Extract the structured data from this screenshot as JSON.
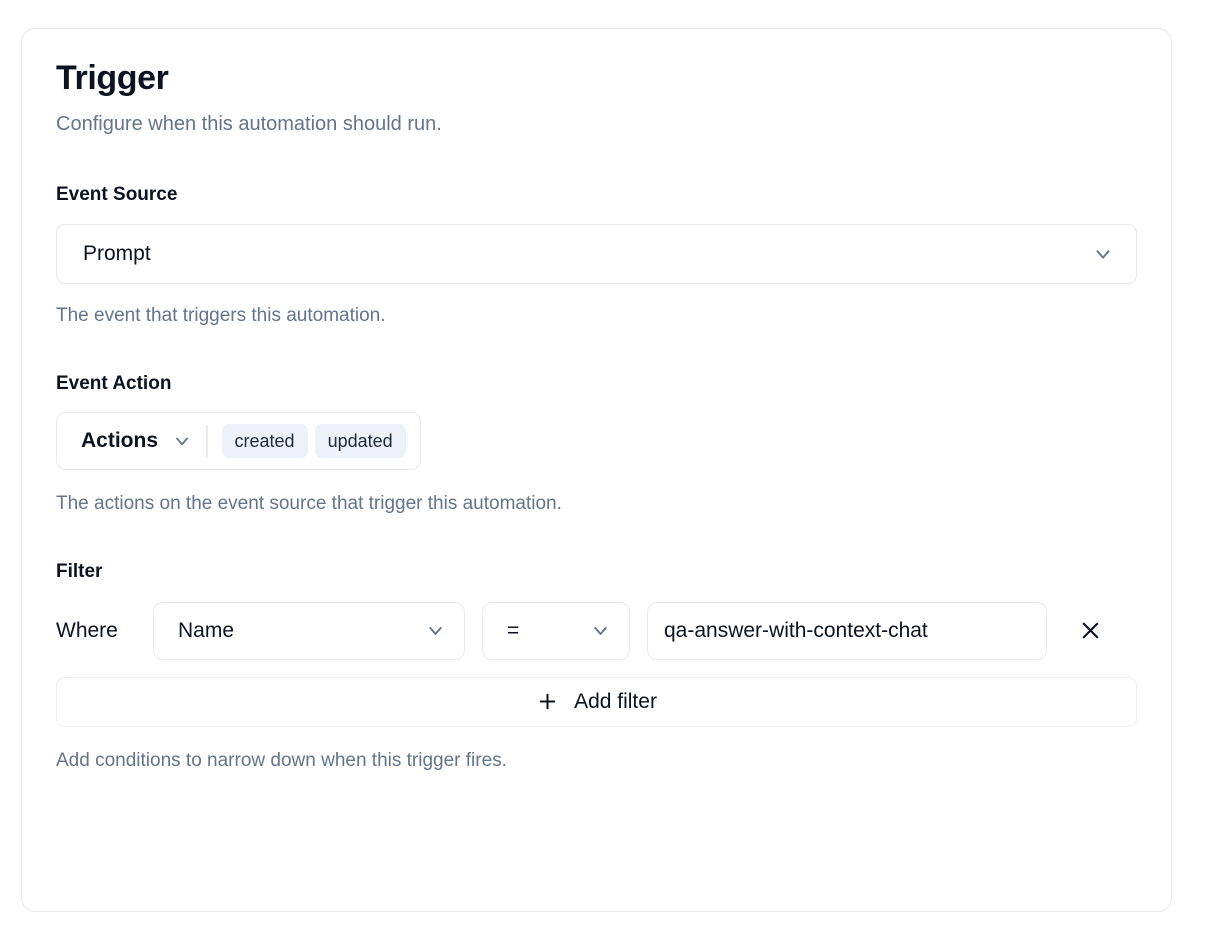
{
  "card": {
    "title": "Trigger",
    "subtitle": "Configure when this automation should run."
  },
  "event_source": {
    "label": "Event Source",
    "selected": "Prompt",
    "help": "The event that triggers this automation.",
    "chevron_icon": "chevron-down-icon"
  },
  "event_action": {
    "label": "Event Action",
    "trigger_label": "Actions",
    "chips": [
      "created",
      "updated"
    ],
    "help": "The actions on the event source that trigger this automation.",
    "chevron_icon": "chevron-down-icon"
  },
  "filter": {
    "label": "Filter",
    "where_label": "Where",
    "rows": [
      {
        "field": "Name",
        "operator": "=",
        "value": "qa-answer-with-context-chat",
        "remove_icon": "close-icon"
      }
    ],
    "add_label": "Add filter",
    "add_icon": "plus-icon",
    "help": "Add conditions to narrow down when this trigger fires."
  },
  "colors": {
    "text_primary": "#0b1220",
    "text_muted": "#64748b",
    "border": "#e4e7ec",
    "chip_bg": "#eef1f7",
    "surface": "#ffffff"
  }
}
